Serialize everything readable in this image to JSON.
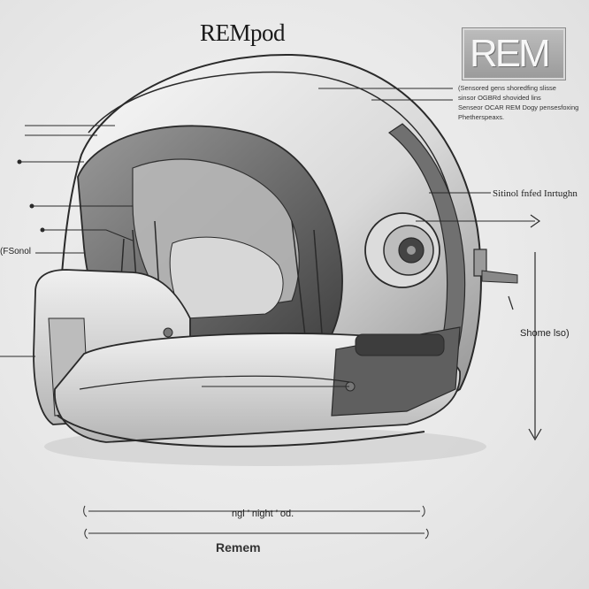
{
  "title": "REMpod",
  "logo_text": "REM",
  "notes": [
    "(Sensored gens shoredfing slisse",
    "sinsor OGBRd shovided lins",
    "Senseor OCAR REM Dogy pensesfoxing",
    "Phetherspeaxs."
  ],
  "labels": {
    "right_top": "Sitinol fnfed Inrtughn",
    "left_mid": "(FSonol",
    "right_mid": "Shome lso)",
    "dimension": "ngl ’ night ’ od.",
    "bottom": "Remem"
  },
  "colors": {
    "background": "#ececec",
    "line": "#2a2a2a",
    "shell_light": "#f2f2f2",
    "shell_dark": "#6a6a6a"
  }
}
